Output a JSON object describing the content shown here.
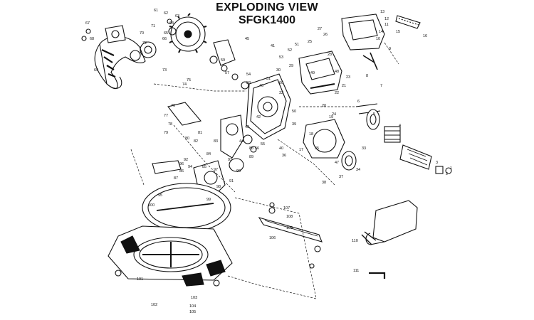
{
  "title": "EXPLODING VIEW",
  "model": "SFGK1400",
  "callouts": [
    "1",
    "2",
    "3",
    "4",
    "5",
    "6",
    "7",
    "8",
    "9",
    "10",
    "11",
    "12",
    "13",
    "14",
    "15",
    "16",
    "17",
    "18",
    "19",
    "20",
    "21",
    "22",
    "23",
    "24",
    "25",
    "26",
    "27",
    "28",
    "29",
    "30",
    "31",
    "32",
    "33",
    "34",
    "35",
    "36",
    "37",
    "38",
    "39",
    "40",
    "41",
    "42",
    "43",
    "44",
    "45",
    "46",
    "47",
    "48",
    "49",
    "50",
    "51",
    "52",
    "53",
    "54",
    "55",
    "56",
    "57",
    "58",
    "59",
    "60",
    "61",
    "62",
    "63",
    "64",
    "65",
    "66",
    "67",
    "68",
    "69",
    "70",
    "71",
    "72",
    "73",
    "74",
    "75",
    "76",
    "77",
    "78",
    "79",
    "80",
    "81",
    "82",
    "83",
    "84",
    "85",
    "86",
    "87",
    "88",
    "89",
    "90",
    "91",
    "92",
    "93",
    "94",
    "95",
    "96",
    "97",
    "98",
    "99",
    "100",
    "101",
    "102",
    "103",
    "104",
    "105",
    "106",
    "107",
    "108",
    "109",
    "110",
    "111"
  ]
}
